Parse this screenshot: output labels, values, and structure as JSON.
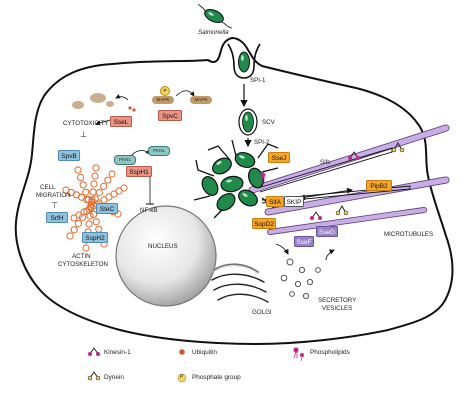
{
  "labels": {
    "salmonella": "Salmonella",
    "spi1": "SPI-1",
    "scv": "SCV",
    "spi2": "SPI-2",
    "sifs": "Sifs",
    "cytotoxicity": "CYTOTOXICITY",
    "cell_migration_l1": "CELL",
    "cell_migration_l2": "MIGRATION",
    "actin_l1": "ACTIN",
    "actin_l2": "CYTOSKELETON",
    "nfkb": "NF-κB",
    "nucleus": "NUCLEUS",
    "microtubules": "MICROTUBULES",
    "golgi": "GOLGI",
    "vesicles_l1": "SECRETORY",
    "vesicles_l2": "VESICLES",
    "symbol_up": "⊥",
    "symbol_down": "⊤"
  },
  "effectors": {
    "ssel": "SseL",
    "spvc": "SpvC",
    "spvb": "SpvB",
    "steC": "SteC",
    "srfh": "SrfH",
    "ssph2": "SspH2",
    "ssph1": "SspH1",
    "ssej": "SseJ",
    "pipb2": "PipB2",
    "sifa": "SifA",
    "skip": "SKIP",
    "sopd2": "SopD2",
    "sseg": "SseG",
    "ssef": "SseF"
  },
  "host_proteins": {
    "mapk_left": "MAPK",
    "mapk_right": "MAPK",
    "p": "P",
    "pkn1_a": "PKN1",
    "pkn1_b": "PKN1"
  },
  "legend": {
    "kinesin": "Kinesin-1",
    "ubiquitin": "Ubiquitin",
    "phospholipids": "Phospholipids",
    "dynein": "Dynein",
    "phosphate": "Phosphate group",
    "phosphate_symbol": "P"
  },
  "colors": {
    "bacteria": "#1f8a4a",
    "cell_outline": "#111111",
    "microtubule": "#c9aee6",
    "actin": "#f08a4b",
    "ubiquitin": "#d4513a",
    "red_box": "#e99484",
    "blue_box": "#8fc2df",
    "orange_box": "#f4a62a",
    "purple_box": "#9a82c6"
  }
}
